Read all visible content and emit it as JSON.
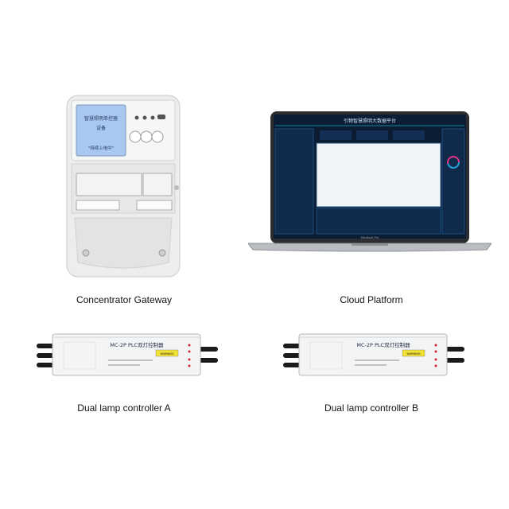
{
  "products": [
    {
      "caption": "Concentrator Gateway",
      "icon": "meter-device"
    },
    {
      "caption": "Cloud Platform",
      "icon": "laptop-dashboard"
    },
    {
      "caption": "Dual lamp controller A",
      "icon": "lamp-controller"
    },
    {
      "caption": "Dual lamp controller B",
      "icon": "lamp-controller"
    }
  ],
  "gateway": {
    "lcd_line1": "智慧照明单控器",
    "lcd_line2": "设备",
    "lcd_footer": "\"持续上电中\""
  },
  "dashboard": {
    "title": "引物智慧照明大数据平台",
    "bezel_label": "MacBook Pro"
  },
  "controller": {
    "model_label": "MC-2P PLC双灯控制器",
    "warning_label": "WARNING"
  },
  "colors": {
    "caption": "#111111",
    "screen_bg": "#0b1c33",
    "accent": "#1aa3d9",
    "lcd": "#a9c8ef"
  }
}
